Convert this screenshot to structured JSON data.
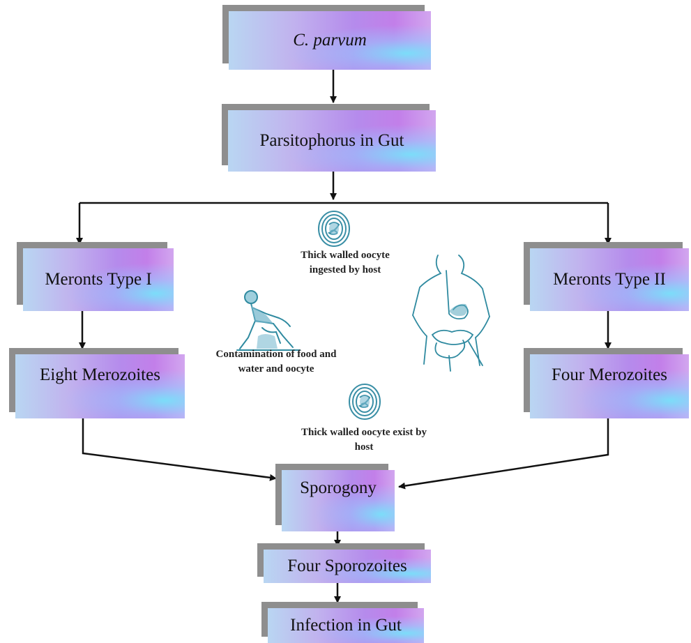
{
  "boxes": {
    "c_parvum": "C. parvum",
    "parasitophorus": "Parsitophorus  in Gut",
    "meronts_1": "Meronts Type I",
    "meronts_2": "Meronts Type II",
    "eight_merozoites": "Eight Merozoites",
    "four_merozoites": "Four Merozoites",
    "sporogony": "Sporogony",
    "four_sporozoites": "Four Sporozoites",
    "infection": "Infection in Gut"
  },
  "illustrations": {
    "ingested": "Thick walled oocyte ingested by host",
    "contamination": "Contamination of food and water and oocyte",
    "exist": "Thick walled oocyte exist by host"
  },
  "colors": {
    "box_gradient_start": "#b9d6f2",
    "box_gradient_mid": "#b58bec",
    "box_glow": "#78e1fa",
    "box_shadow": "#8e8e8e",
    "oocyte_teal": "#3a8fa6",
    "sketch_teal": "#2f8aa0"
  },
  "icons": [
    "oocyte-icon",
    "person-icon",
    "digestive-system-icon"
  ]
}
